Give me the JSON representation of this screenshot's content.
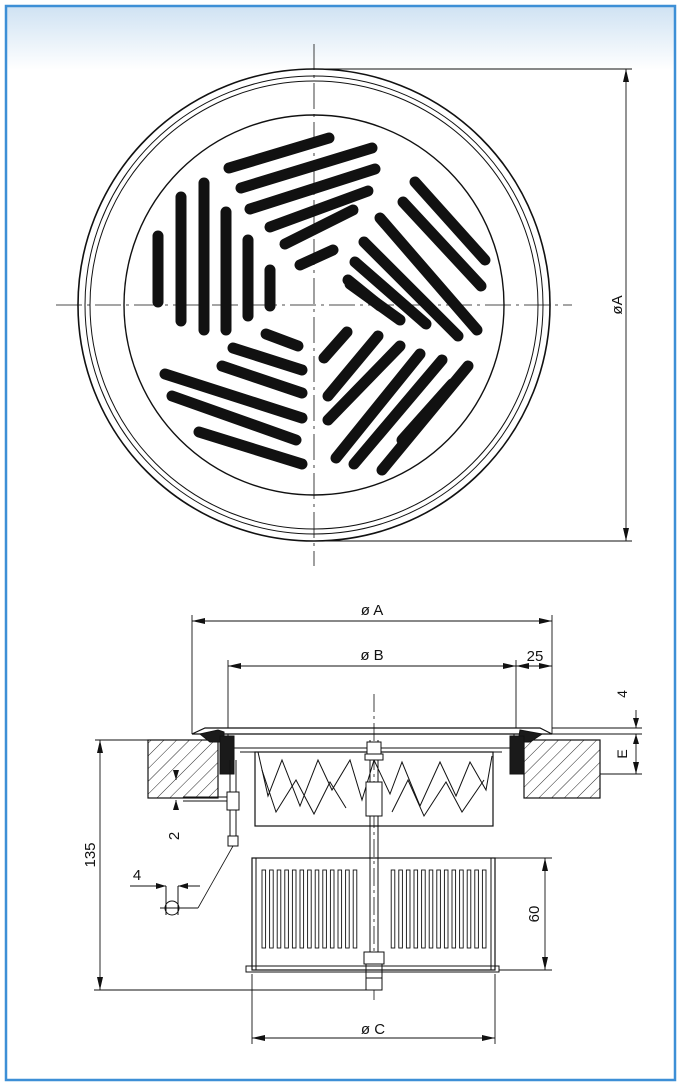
{
  "colors": {
    "frame_border": "#3d8fd6",
    "header_gradient_top": "#cfe2f3",
    "header_gradient_bottom": "#ffffff",
    "line": "#111111",
    "slot_fill": "#111111",
    "seal": "#1a1a1a"
  },
  "top_view": {
    "dim_label": "øA"
  },
  "section_view": {
    "dim_outer": "ø A",
    "dim_inner": "ø B",
    "dim_flange": "25",
    "dim_flange_thk": "4",
    "dim_e": "E",
    "dim_height": "135",
    "dim_gap": "2",
    "dim_rod": "4",
    "dim_plenum_h": "60",
    "dim_plenum_d": "ø C"
  }
}
